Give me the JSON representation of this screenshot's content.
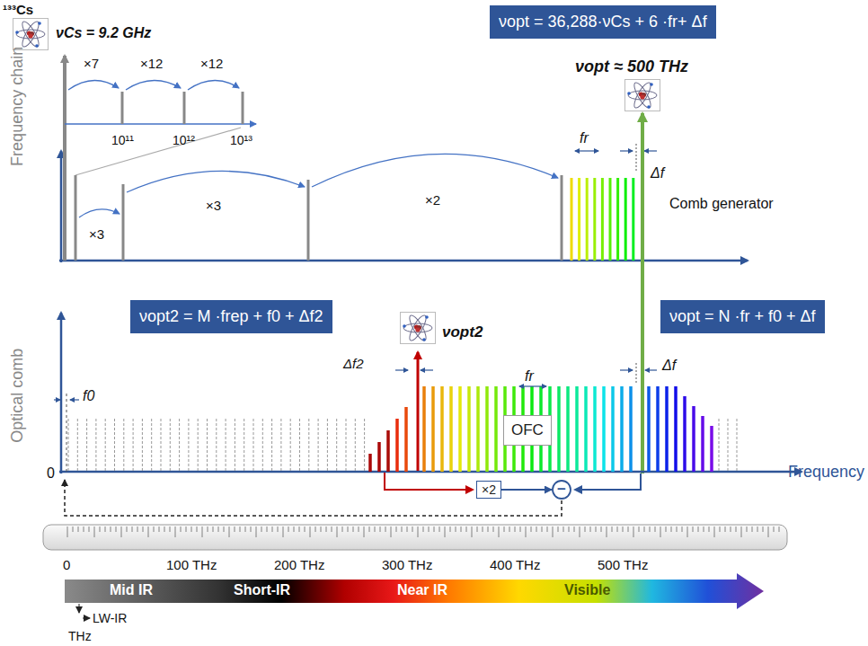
{
  "diagram": {
    "nodes": [
      {
        "text": [
          "νopt = 36,288·νCs + 6 ·fr+ Δf"
        ]
      },
      {
        "text": [
          "νopt2 = M ·frep + f0 + Δf2"
        ]
      },
      {
        "text": [
          "νopt = N ·fr + f0 + Δf"
        ]
      },
      {
        "text": [
          "OFC"
        ]
      },
      {
        "text": [
          "×2"
        ]
      },
      {
        "text": [
          "−"
        ]
      }
    ],
    "edges": [
      {
        "from": 4,
        "to": 5,
        "arrow": "to"
      }
    ],
    "labels": [
      "¹³³Cs",
      "νCs = 9.2 GHz",
      "×7",
      "×12",
      "×12",
      "10¹¹",
      "10¹²",
      "10¹³",
      "νopt ≈ 500 THz",
      "fr",
      "Δf",
      "Comb generator",
      "×3",
      "×3",
      "×2",
      "Frequency chain",
      "Optical comb",
      "νopt2",
      "Δf2",
      "fr",
      "Δf",
      "f0",
      "0",
      "Frequency",
      "0",
      "100 THz",
      "200 THz",
      "300 THz",
      "400 THz",
      "500 THz",
      "Mid IR",
      "Short-IR",
      "Near IR",
      "Visible",
      "LW-IR",
      "THz"
    ]
  }
}
